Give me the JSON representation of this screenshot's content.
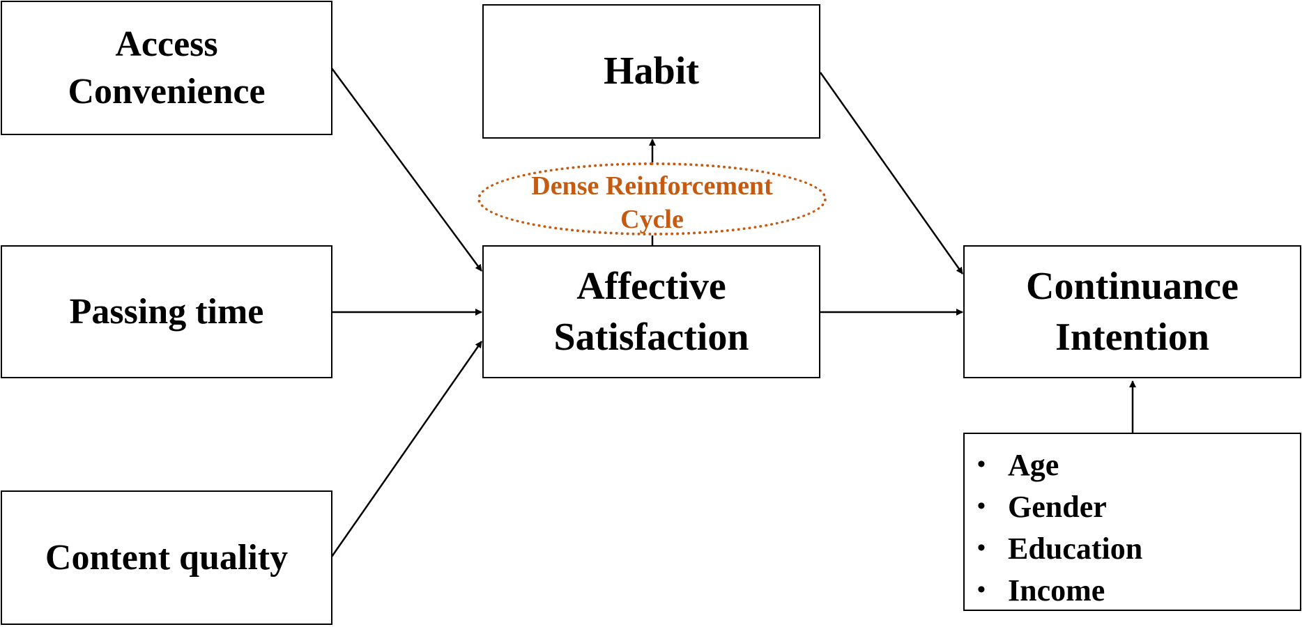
{
  "nodes": {
    "access_convenience": "Access Convenience",
    "passing_time": "Passing time",
    "content_quality": "Content quality",
    "habit": "Habit",
    "affective_satisfaction": "Affective Satisfaction",
    "continuance_intention": "Continuance Intention"
  },
  "cycle_label": "Dense Reinforcement Cycle",
  "controls": {
    "bullet": "•",
    "items": [
      "Age",
      "Gender",
      "Education",
      "Income"
    ]
  },
  "colors": {
    "line": "#000000",
    "cycle_accent": "#c55a11"
  }
}
